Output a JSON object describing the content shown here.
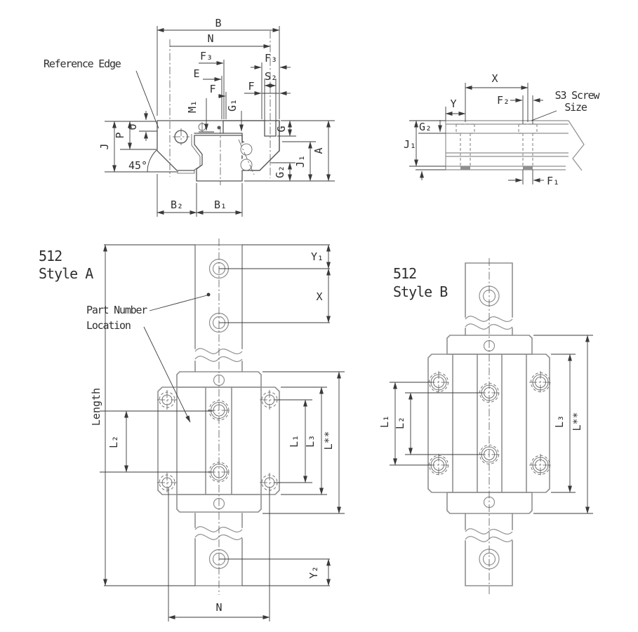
{
  "drawing": {
    "cross_section": {
      "reference_edge": "Reference Edge",
      "dims": {
        "b": "B",
        "n": "N",
        "f3_left": "F₃",
        "f3_right": "F₃",
        "e": "E",
        "s2": "S₂",
        "f_left": "F",
        "f_right": "F",
        "m1": "M₁",
        "g1": "G₁",
        "g": "G",
        "a": "A",
        "j1": "J₁",
        "g2": "G₂",
        "j": "J",
        "p": "P",
        "o": "O",
        "angle": "45°",
        "b2": "B₂",
        "b1": "B₁"
      }
    },
    "rail_side": {
      "screw_note_line1": "S3 Screw",
      "screw_note_line2": "Size",
      "dims": {
        "x": "X",
        "f2": "F₂",
        "y": "Y",
        "g2": "G₂",
        "j1": "J₁",
        "f1": "F₁"
      }
    },
    "style_a": {
      "series": "512",
      "style": "Style A",
      "part_note_line1": "Part Number",
      "part_note_line2": "Location",
      "dims": {
        "length": "Length",
        "y1": "Y₁",
        "x": "X",
        "l1": "L₁",
        "l2": "L₂",
        "l3": "L₃",
        "l_total": "L**",
        "y2": "Y₂",
        "n": "N"
      }
    },
    "style_b": {
      "series": "512",
      "style": "Style B",
      "dims": {
        "l1": "L₁",
        "l2": "L₂",
        "l3": "L₃",
        "l_total": "L**"
      }
    }
  },
  "colors": {
    "background": "#ffffff",
    "outline": "#8f8f8f",
    "section": "#555555",
    "dimension": "#3a3a3a",
    "text": "#2f2f2f"
  }
}
